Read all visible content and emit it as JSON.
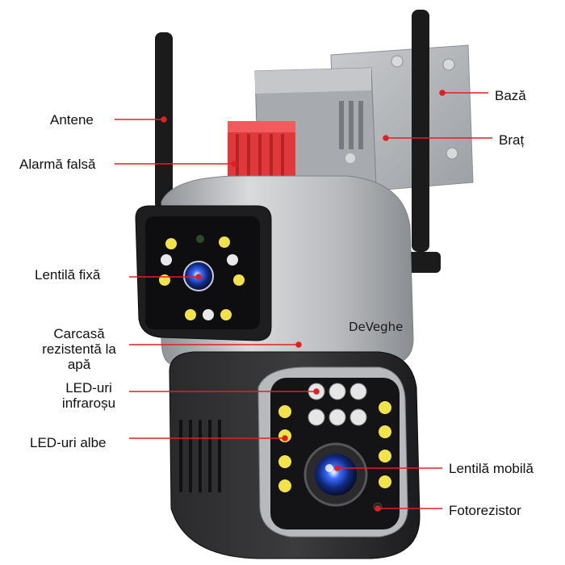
{
  "diagram": {
    "brand": "DeVeghe",
    "line_color": "#e02020",
    "labels": {
      "antene": "Antene",
      "alarma": "Alarmă falsă",
      "lentila_fixa": "Lentilă fixă",
      "carcasa_1": "Carcasă",
      "carcasa_2": "rezistentă la",
      "carcasa_3": "apă",
      "led_ir_1": "LED-uri",
      "led_ir_2": "infraroșu",
      "led_albe": "LED-uri albe",
      "baza": "Bază",
      "brat": "Braț",
      "lentila_mobila": "Lentilă mobilă",
      "fotorezistor": "Fotorezistor"
    }
  }
}
